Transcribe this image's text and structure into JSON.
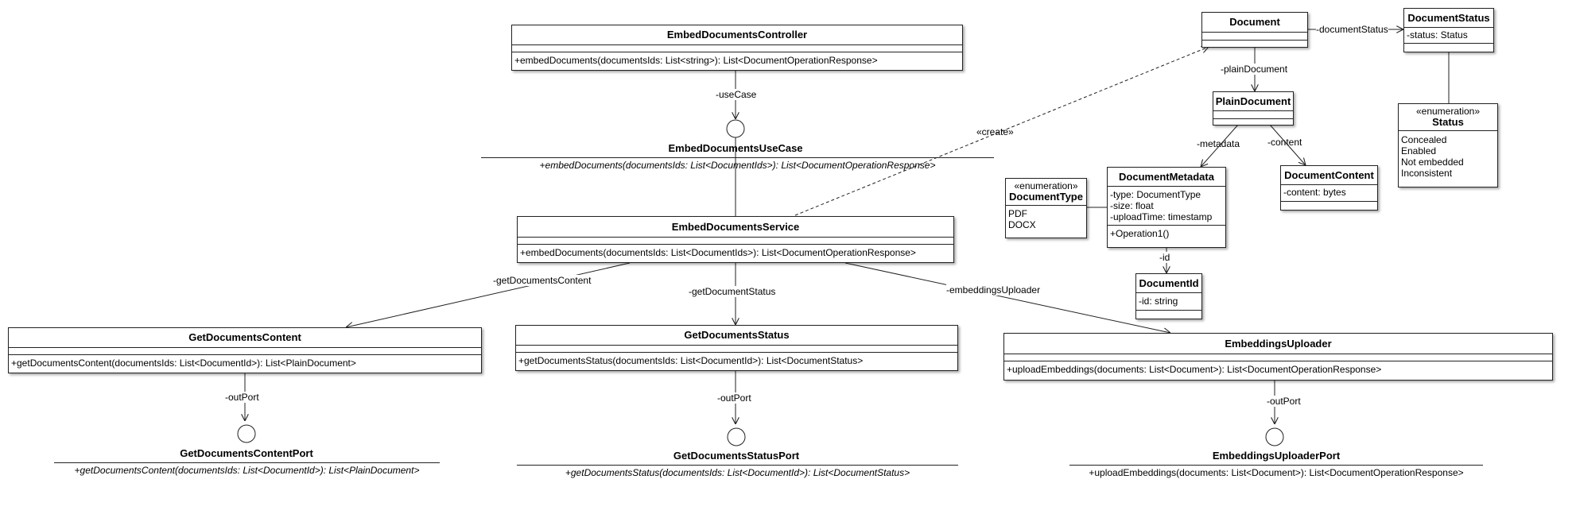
{
  "controller": {
    "name": "EmbedDocumentsController",
    "op": "+embedDocuments(documentsIds: List<string>): List<DocumentOperationResponse>"
  },
  "use_case_iface": {
    "name": "EmbedDocumentsUseCase",
    "op": "+embedDocuments(documentsIds: List<DocumentIds>): List<DocumentOperationResponse>"
  },
  "service": {
    "name": "EmbedDocumentsService",
    "op": "+embedDocuments(documentsIds: List<DocumentIds>): List<DocumentOperationResponse>"
  },
  "get_content": {
    "name": "GetDocumentsContent",
    "op": "+getDocumentsContent(documentsIds: List<DocumentId>): List<PlainDocument>"
  },
  "get_status": {
    "name": "GetDocumentsStatus",
    "op": "+getDocumentsStatus(documentsIds: List<DocumentId>): List<DocumentStatus>"
  },
  "uploader": {
    "name": "EmbeddingsUploader",
    "op": "+uploadEmbeddings(documents: List<Document>): List<DocumentOperationResponse>"
  },
  "content_port": {
    "name": "GetDocumentsContentPort",
    "op": "+getDocumentsContent(documentsIds: List<DocumentId>): List<PlainDocument>"
  },
  "status_port": {
    "name": "GetDocumentsStatusPort",
    "op": "+getDocumentsStatus(documentsIds: List<DocumentId>): List<DocumentStatus>"
  },
  "uploader_port": {
    "name": "EmbeddingsUploaderPort",
    "op": "+uploadEmbeddings(documents: List<Document>): List<DocumentOperationResponse>"
  },
  "document": {
    "name": "Document"
  },
  "document_status": {
    "name": "DocumentStatus",
    "attr": "-status: Status"
  },
  "status_enum": {
    "stereotype": "«enumeration»",
    "name": "Status",
    "values": [
      "Concealed",
      "Enabled",
      "Not embedded",
      "Inconsistent"
    ]
  },
  "plain_document": {
    "name": "PlainDocument"
  },
  "document_metadata": {
    "name": "DocumentMetadata",
    "attrs": [
      "-type: DocumentType",
      "-size: float",
      "-uploadTime: timestamp"
    ],
    "op": "+Operation1()"
  },
  "document_type": {
    "stereotype": "«enumeration»",
    "name": "DocumentType",
    "values": [
      "PDF",
      "DOCX"
    ]
  },
  "document_content": {
    "name": "DocumentContent",
    "attr": "-content: bytes"
  },
  "document_id": {
    "name": "DocumentId",
    "attr": "-id: string"
  },
  "labels": {
    "use_case": "-useCase",
    "create": "«create»",
    "get_documents_content": "-getDocumentsContent",
    "get_document_status": "-getDocumentStatus",
    "embeddings_uploader": "-embeddingsUploader",
    "out_port_1": "-outPort",
    "out_port_2": "-outPort",
    "out_port_3": "-outPort",
    "document_status": "-documentStatus",
    "plain_document": "-plainDocument",
    "metadata": "-metadata",
    "content": "-content",
    "id": "-id"
  }
}
